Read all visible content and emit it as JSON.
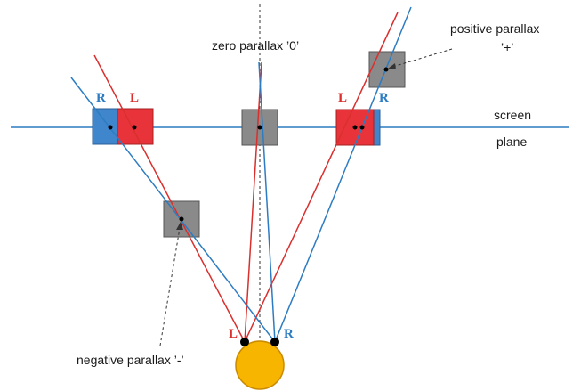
{
  "labels": {
    "zero_parallax": "zero parallax ’0’",
    "positive_parallax_line1": "positive parallax",
    "positive_parallax_line2": "’+’",
    "negative_parallax": "negative parallax ’-’",
    "screen": "screen",
    "plane": "plane",
    "R": "R",
    "L": "L"
  },
  "colors": {
    "left_eye": "#d9302e",
    "right_eye": "#2d7cc2",
    "left_fill": "#e8333a",
    "right_fill": "#3f86cc",
    "gray_fill": "#8a8a8a",
    "eye_fill": "#f7b500",
    "eye_stroke": "#c98a00",
    "dashed": "#333333"
  }
}
